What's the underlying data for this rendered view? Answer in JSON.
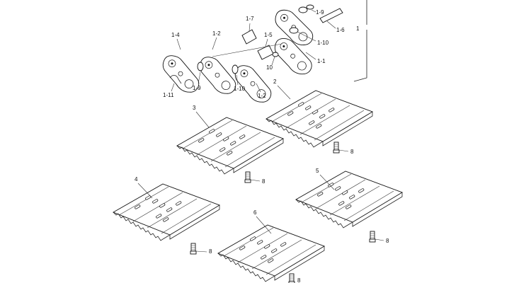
{
  "labels": {
    "assembly": "1",
    "link_left_outer": "1-4",
    "link_left_inner": "1-2",
    "link_mid": "1-2",
    "pin": "1-7",
    "bushing": "1-5",
    "link_right": "1-1",
    "seal_top": "1-9",
    "pin_right": "1-6",
    "seal_right": "1-10",
    "seal_left": "1-9",
    "seal_mid": "1-10",
    "clip": "1-11",
    "spacer": "10",
    "shoe2": "2",
    "shoe3": "3",
    "shoe4": "4",
    "shoe5": "5",
    "shoe6": "6",
    "bolt2": "8",
    "bolt3": "8",
    "bolt4": "8",
    "bolt5": "8",
    "bolt6": "8"
  }
}
